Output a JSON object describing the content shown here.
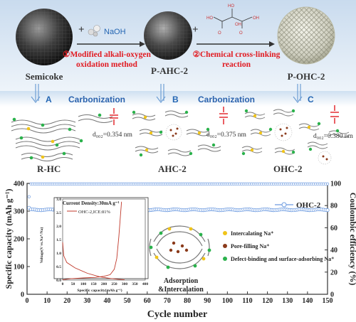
{
  "colors": {
    "top_band": "#d7e6f4",
    "mid_band": "#e2ecf6",
    "step_red": "#e11b22",
    "step_blue": "#2466b3",
    "carbonization_blue": "#2a62ad",
    "line_green": "#4b9b4b",
    "curve_blue": "#6d9be0",
    "curve_red": "#c0392b",
    "dot_yellow": "#f0c419",
    "dot_brown": "#8b3a1a",
    "dot_green": "#2bb24c"
  },
  "top": {
    "semicoke": "Semicoke",
    "reagent": "NaOH",
    "step1": "①Modified alkali-oxygen oxidation method",
    "step1_line1": "①Modified alkali-oxygen",
    "step1_line2": "oxidation method",
    "p_ahc2": "P-AHC-2",
    "step2_line1": "②Chemical cross-linking",
    "step2_line2": "reaction",
    "p_ohc2": "P-OHC-2"
  },
  "middle": {
    "label_a": "A",
    "label_b": "B",
    "label_c": "C",
    "carbonization_1": "Carbonization",
    "carbonization_2": "Carbonization",
    "d002_a": "d₀₀₂=0.354 nm",
    "d002_b": "d₀₀₂=0.375 nm",
    "d002_c": "d₀₀₂=0.380 nm",
    "rhc": "R-HC",
    "ahc2": "AHC-2",
    "ohc2": "OHC-2"
  },
  "chart_data": {
    "type": "scatter",
    "xlabel": "Cycle number",
    "ylabel_left": "Specific capacity (mAh g⁻¹)",
    "ylabel_right": "Coulombic efficiency (%)",
    "xlim": [
      0,
      150
    ],
    "ylim_left": [
      0,
      400
    ],
    "ylim_right": [
      0,
      100
    ],
    "x_ticks": [
      0,
      10,
      20,
      30,
      40,
      50,
      60,
      70,
      80,
      90,
      100,
      110,
      120,
      130,
      140,
      150
    ],
    "y_ticks_left": [
      0,
      100,
      200,
      300,
      400
    ],
    "y_ticks_right": [
      0,
      20,
      40,
      60,
      80,
      100
    ],
    "legend": "OHC-2",
    "series": [
      {
        "name": "OHC-2",
        "axis": "left",
        "start": 312,
        "plateau": 305,
        "end": 305
      },
      {
        "axis": "right",
        "start": 88,
        "plateau": 99.5
      }
    ],
    "inset": {
      "title": "Current Density:30mA g⁻¹",
      "legend": "OHC-2,ICE:81%",
      "xlabel": "Specific capacity(mAh g⁻¹)",
      "ylabel": "Voltage(V vs.Na⁺/Na)",
      "xlim": [
        0,
        400
      ],
      "ylim": [
        0,
        3.0
      ],
      "x_ticks": [
        0,
        50,
        100,
        150,
        200,
        250,
        300,
        350,
        400
      ],
      "y_ticks": [
        0.0,
        0.5,
        1.0,
        1.5,
        2.0,
        2.5,
        3.0
      ]
    }
  },
  "legend_items": {
    "intercalating": "Intercalating Na⁺",
    "pore_filling": "Pore-filling Na⁺",
    "defect": "Defect-binding and surface-adsorbing Na⁺"
  },
  "mechanism_label_1": "Adsorption",
  "mechanism_label_2": "&Intercalation"
}
